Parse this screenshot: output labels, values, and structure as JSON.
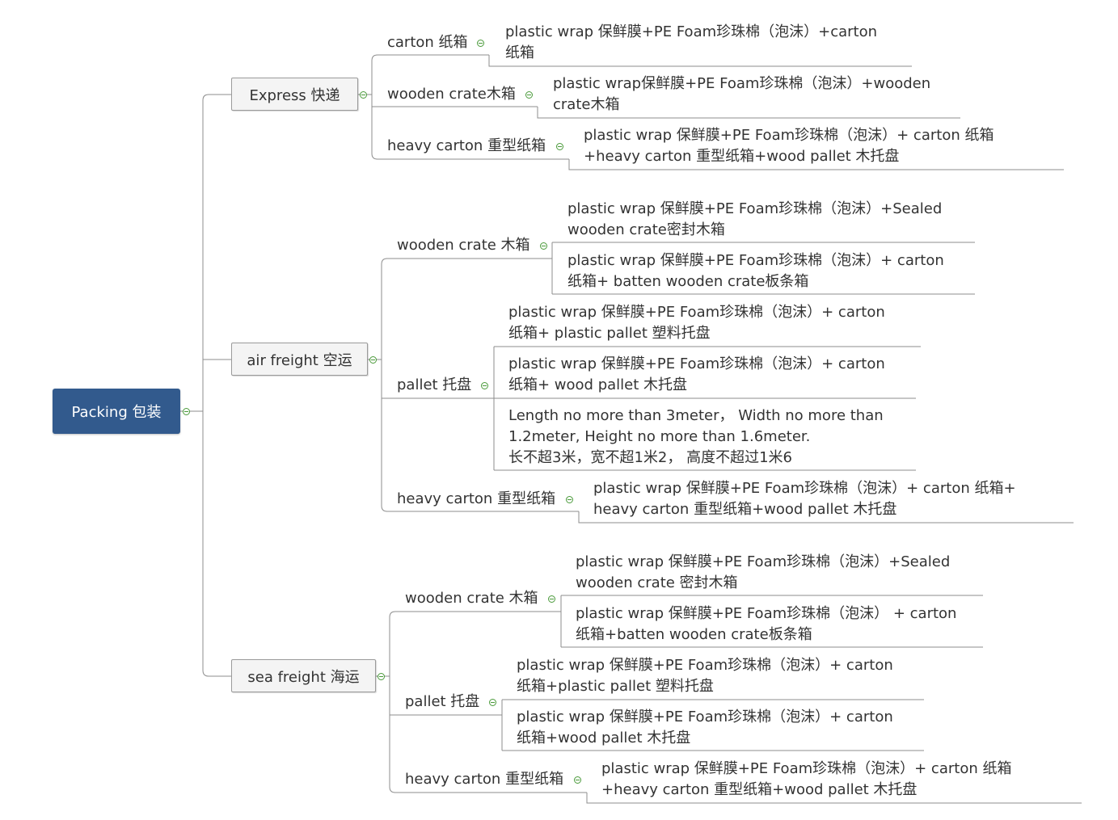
{
  "root": {
    "label": "Packing 包装"
  },
  "express": {
    "label": "Express 快递",
    "carton": {
      "label": "carton 纸箱",
      "leaf": [
        "plastic wrap 保鲜膜+PE Foam珍珠棉（泡沫）+carton",
        "纸箱"
      ]
    },
    "wooden_crate": {
      "label": "wooden crate木箱",
      "leaf": [
        "plastic wrap保鲜膜+PE Foam珍珠棉（泡沫）+wooden",
        "crate木箱"
      ]
    },
    "heavy_carton": {
      "label": "heavy carton 重型纸箱",
      "leaf": [
        "plastic wrap 保鲜膜+PE Foam珍珠棉（泡沫）+ carton 纸箱",
        "+heavy carton 重型纸箱+wood pallet 木托盘"
      ]
    }
  },
  "air": {
    "label": "air freight 空运",
    "wooden_crate": {
      "label": "wooden crate 木箱",
      "leaf1": [
        "plastic wrap 保鲜膜+PE Foam珍珠棉（泡沫）+Sealed",
        "wooden crate密封木箱"
      ],
      "leaf2": [
        "plastic wrap 保鲜膜+PE Foam珍珠棉（泡沫）+ carton",
        "纸箱+ batten wooden crate板条箱"
      ]
    },
    "pallet": {
      "label": "pallet 托盘",
      "leaf1": [
        "plastic wrap 保鲜膜+PE Foam珍珠棉（泡沫）+ carton",
        "纸箱+ plastic pallet 塑料托盘"
      ],
      "leaf2": [
        "plastic wrap 保鲜膜+PE Foam珍珠棉（泡沫）+ carton",
        "纸箱+ wood pallet 木托盘"
      ],
      "leaf3": [
        "Length no more than 3meter， Width no more than",
        "1.2meter, Height no more than 1.6meter.",
        "长不超3米，宽不超1米2， 高度不超过1米6"
      ]
    },
    "heavy_carton": {
      "label": "heavy carton 重型纸箱",
      "leaf": [
        "plastic wrap 保鲜膜+PE Foam珍珠棉（泡沫）+ carton 纸箱+",
        "heavy carton 重型纸箱+wood pallet 木托盘"
      ]
    }
  },
  "sea": {
    "label": "sea freight 海运",
    "wooden_crate": {
      "label": "wooden crate 木箱",
      "leaf1": [
        "plastic wrap 保鲜膜+PE Foam珍珠棉（泡沫）+Sealed",
        "wooden crate 密封木箱"
      ],
      "leaf2": [
        "plastic wrap 保鲜膜+PE Foam珍珠棉（泡沫） + carton",
        "纸箱+batten wooden crate板条箱"
      ]
    },
    "pallet": {
      "label": "pallet 托盘",
      "leaf1": [
        "plastic wrap 保鲜膜+PE Foam珍珠棉（泡沫）+ carton",
        "纸箱+plastic pallet 塑料托盘"
      ],
      "leaf2": [
        "plastic wrap 保鲜膜+PE Foam珍珠棉（泡沫）+ carton",
        "纸箱+wood pallet 木托盘"
      ]
    },
    "heavy_carton": {
      "label": "heavy carton 重型纸箱",
      "leaf": [
        "plastic wrap 保鲜膜+PE Foam珍珠棉（泡沫）+ carton 纸箱",
        "+heavy carton 重型纸箱+wood pallet 木托盘"
      ]
    }
  },
  "colors": {
    "root_fill": "#325a8d",
    "line": "#8c8c8c",
    "toggle": "#4a9a3a",
    "node_fill": "#f4f4f4"
  }
}
